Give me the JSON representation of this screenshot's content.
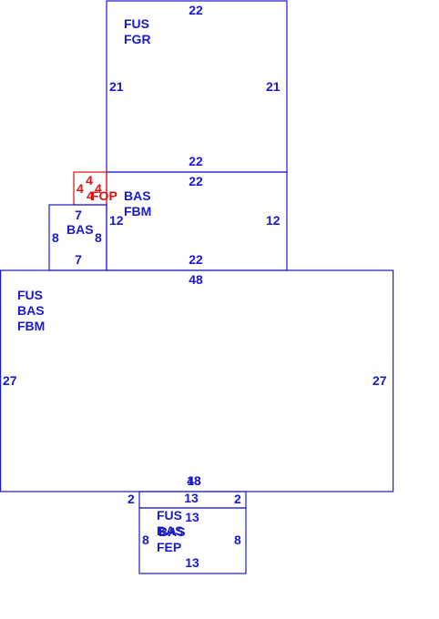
{
  "colors": {
    "outline": "#1a1acc",
    "porch": "#dd1111"
  },
  "upper_garage": {
    "labels": [
      "FUS",
      "FGR"
    ],
    "dims": {
      "top": "22",
      "bottom": "22",
      "left": "21",
      "right": "21"
    }
  },
  "middle_base": {
    "labels": [
      "BAS",
      "FBM"
    ],
    "dims": {
      "top": "22",
      "bottom": "22",
      "left": "12",
      "right": "12"
    }
  },
  "porch": {
    "label": "FOP",
    "dims": {
      "top": "4",
      "left": "4",
      "right": "4",
      "bottom": "4"
    }
  },
  "small_base": {
    "label": "BAS",
    "dims": {
      "top": "7",
      "bottom": "7",
      "left": "8",
      "right": "8"
    }
  },
  "main_block": {
    "labels": [
      "FUS",
      "BAS",
      "FBM"
    ],
    "dims": {
      "top": "48",
      "left": "27",
      "right": "27",
      "bottom_a": "48",
      "bottom_b": "13"
    }
  },
  "connector": {
    "dims": {
      "left": "2",
      "right": "2",
      "top": "13",
      "bottom": "13"
    }
  },
  "lower_bay": {
    "labels": [
      "FUS",
      "BAS",
      "FEP"
    ],
    "overlap_label": "BAS",
    "dims": {
      "left": "8",
      "right": "8",
      "bottom": "13"
    }
  }
}
